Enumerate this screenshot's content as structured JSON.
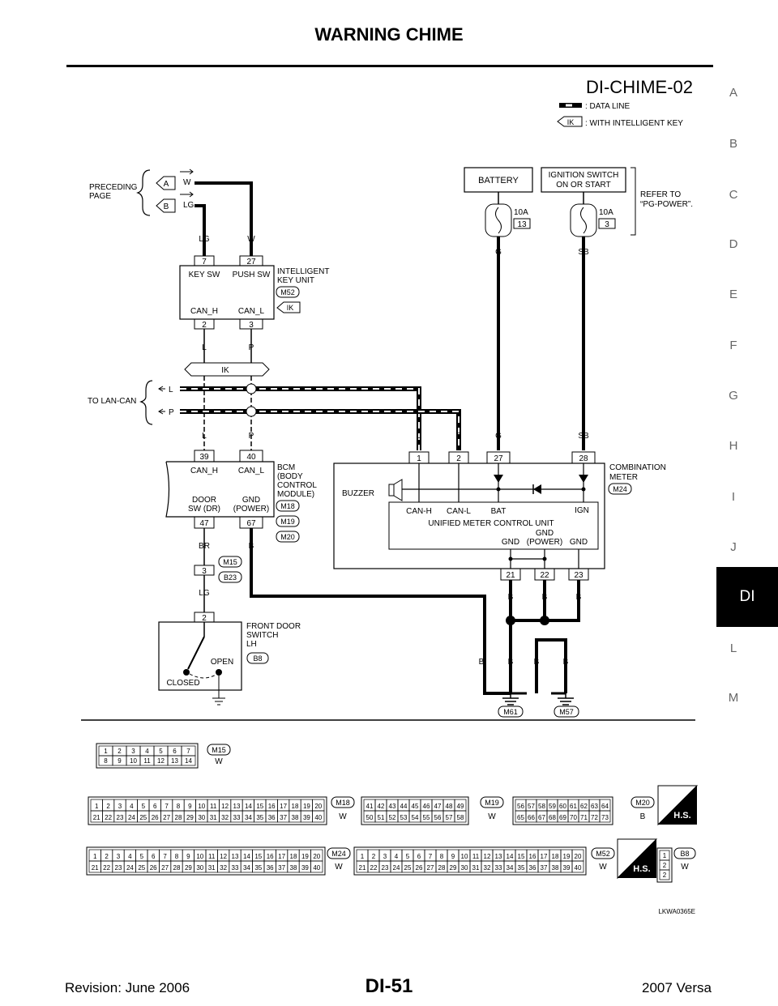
{
  "header": {
    "title": "WARNING CHIME"
  },
  "side_index": [
    "A",
    "B",
    "C",
    "D",
    "E",
    "F",
    "G",
    "H",
    "I",
    "J",
    "DI",
    "L",
    "M"
  ],
  "side_active": "DI",
  "footer": {
    "revision": "Revision: June 2006",
    "page": "DI-51",
    "model": "2007 Versa"
  },
  "diagram": {
    "id": "DI-CHIME-02",
    "legend_data_line": ": DATA LINE",
    "legend_ik_label": "IK",
    "legend_ik_text": ": WITH INTELLIGENT KEY",
    "preceding_l1": "PRECEDING",
    "preceding_l2": "PAGE",
    "conn_a": "A",
    "conn_b": "B",
    "wire_w": "W",
    "wire_lg": "LG",
    "wire_l": "L",
    "wire_p": "P",
    "wire_g": "G",
    "wire_sb": "SB",
    "wire_b": "B",
    "wire_br": "BR",
    "battery": "BATTERY",
    "ign_l1": "IGNITION SWITCH",
    "ign_l2": "ON OR START",
    "refer_l1": "REFER TO",
    "refer_l2": "“PG-POWER”.",
    "fuse_amp": "10A",
    "fuse1_no": "13",
    "fuse2_no": "3",
    "iku_l1": "INTELLIGENT",
    "iku_l2": "KEY UNIT",
    "iku_conn": "M52",
    "key_sw": "KEY SW",
    "push_sw": "PUSH SW",
    "can_h": "CAN_H",
    "can_l": "CAN_L",
    "t7": "7",
    "t27": "27",
    "t2": "2",
    "t3": "3",
    "ik_band": "IK",
    "to_lan": "TO LAN-CAN",
    "bcm_l1": "BCM",
    "bcm_l2": "(BODY",
    "bcm_l3": "CONTROL",
    "bcm_l4": "MODULE)",
    "bcm_c1": "M18",
    "bcm_c2": "M19",
    "bcm_c3": "M20",
    "t39": "39",
    "t40": "40",
    "t47": "47",
    "t67": "67",
    "door_sw_l1": "DOOR",
    "door_sw_l2": "SW (DR)",
    "gnd_p_l1": "GND",
    "gnd_p_l2": "(POWER)",
    "combo_l1": "COMBINATION",
    "combo_l2": "METER",
    "combo_conn": "M24",
    "t1": "1",
    "t2b": "2",
    "t27b": "27",
    "t28": "28",
    "t21": "21",
    "t22": "22",
    "t23": "23",
    "buzzer": "BUZZER",
    "can_h2": "CAN-H",
    "can_l2": "CAN-L",
    "bat": "BAT",
    "ign": "IGN",
    "umcu": "UNIFIED METER CONTROL UNIT",
    "gnd": "GND",
    "gnd_power": "(POWER)",
    "gnd2": "GND",
    "gnd_top": "GND",
    "m15": "M15",
    "b23": "B23",
    "t3b": "3",
    "t2c": "2",
    "fd_l1": "FRONT DOOR",
    "fd_l2": "SWITCH",
    "fd_l3": "LH",
    "fd_conn": "B8",
    "open": "OPEN",
    "closed": "CLOSED",
    "m61": "M61",
    "m57": "M57",
    "conn_color_w": "W",
    "conn_color_b": "B",
    "hs": "H.S.",
    "code": "LKWA0365E"
  }
}
